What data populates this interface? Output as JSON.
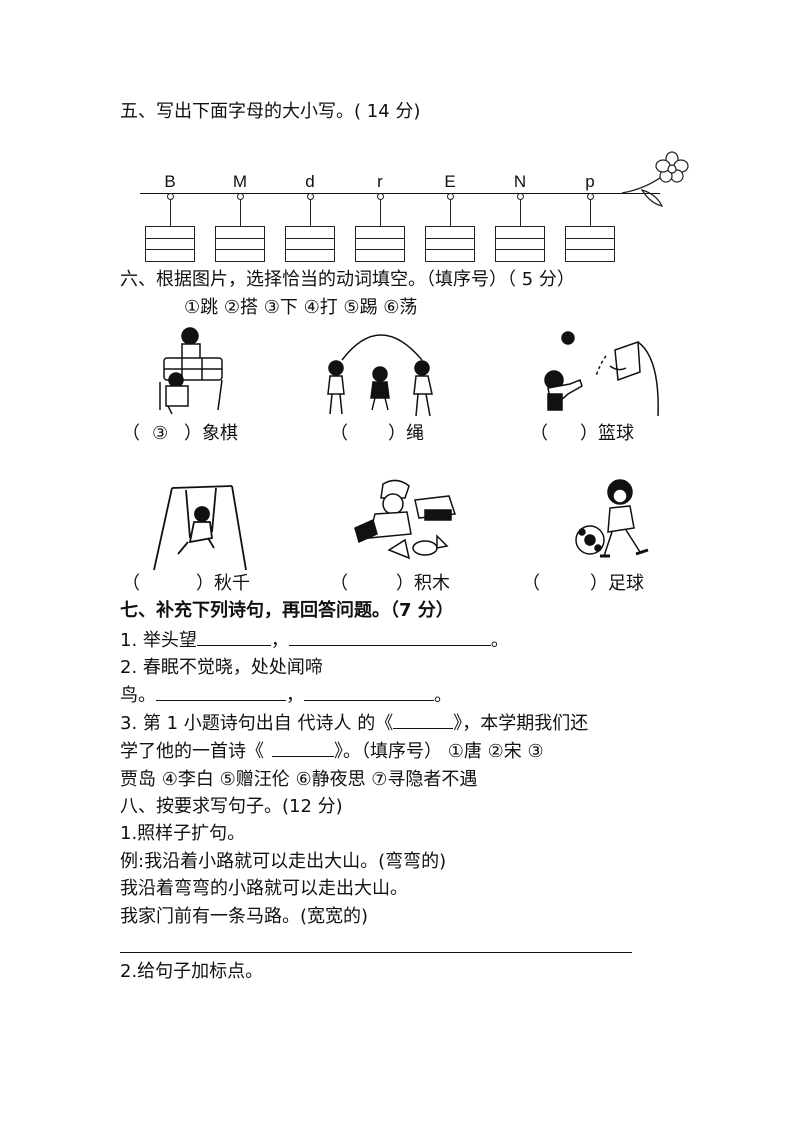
{
  "s5": {
    "title": "五、写出下面字母的大小写。(  14 分)",
    "letters": [
      "B",
      "M",
      "d",
      "r",
      "E",
      "N",
      "p"
    ]
  },
  "s6": {
    "title": "六、根据图片，选择恰当的动词填空。（填序号）（ 5  分）",
    "options": "①跳 ②搭 ③下 ④打 ⑤踢 ⑥荡",
    "items": [
      {
        "open": "（",
        "answer": "③",
        "close": "）象棋"
      },
      {
        "open": "（",
        "answer": "",
        "close": "）绳"
      },
      {
        "open": "（",
        "answer": "",
        "close": "）篮球"
      },
      {
        "open": "（",
        "answer": "",
        "close": "）秋千"
      },
      {
        "open": "（",
        "answer": "",
        "close": "）积木"
      },
      {
        "open": "（",
        "answer": "",
        "close": "）足球"
      }
    ],
    "images": [
      "chess-players",
      "jump-rope",
      "basketball",
      "swing",
      "building-blocks",
      "football"
    ]
  },
  "s7": {
    "title": "七、补充下列诗句，再回答问题。（7 分）",
    "q1_prefix": "1.  举头望",
    "q1_sep": "，",
    "q1_end": "。",
    "q2_line1": "2.  春眠不觉晓，处处闻啼",
    "q2_prefix": "鸟。",
    "q2_sep": "，",
    "q2_end": "。",
    "q3_part1": "3. 第 1 小题诗句出自 代诗人 的《",
    "q3_part2": "》，本学期我们还",
    "q3_line2a": "学了他的一首诗《",
    "q3_line2b": "》。（填序号）   ①唐  ②宋  ③",
    "q3_line3": "贾岛  ④李白  ⑤赠汪伦  ⑥静夜思  ⑦寻隐者不遇"
  },
  "s8": {
    "title": "八、按要求写句子。(12  分)",
    "sub1": "1.照样子扩句。",
    "example": "例:我沿着小路就可以走出大山。(弯弯的)",
    "example_answer": "我沿着弯弯的小路就可以走出大山。",
    "task": "我家门前有一条马路。(宽宽的)",
    "sub2": "2.给句子加标点。"
  }
}
